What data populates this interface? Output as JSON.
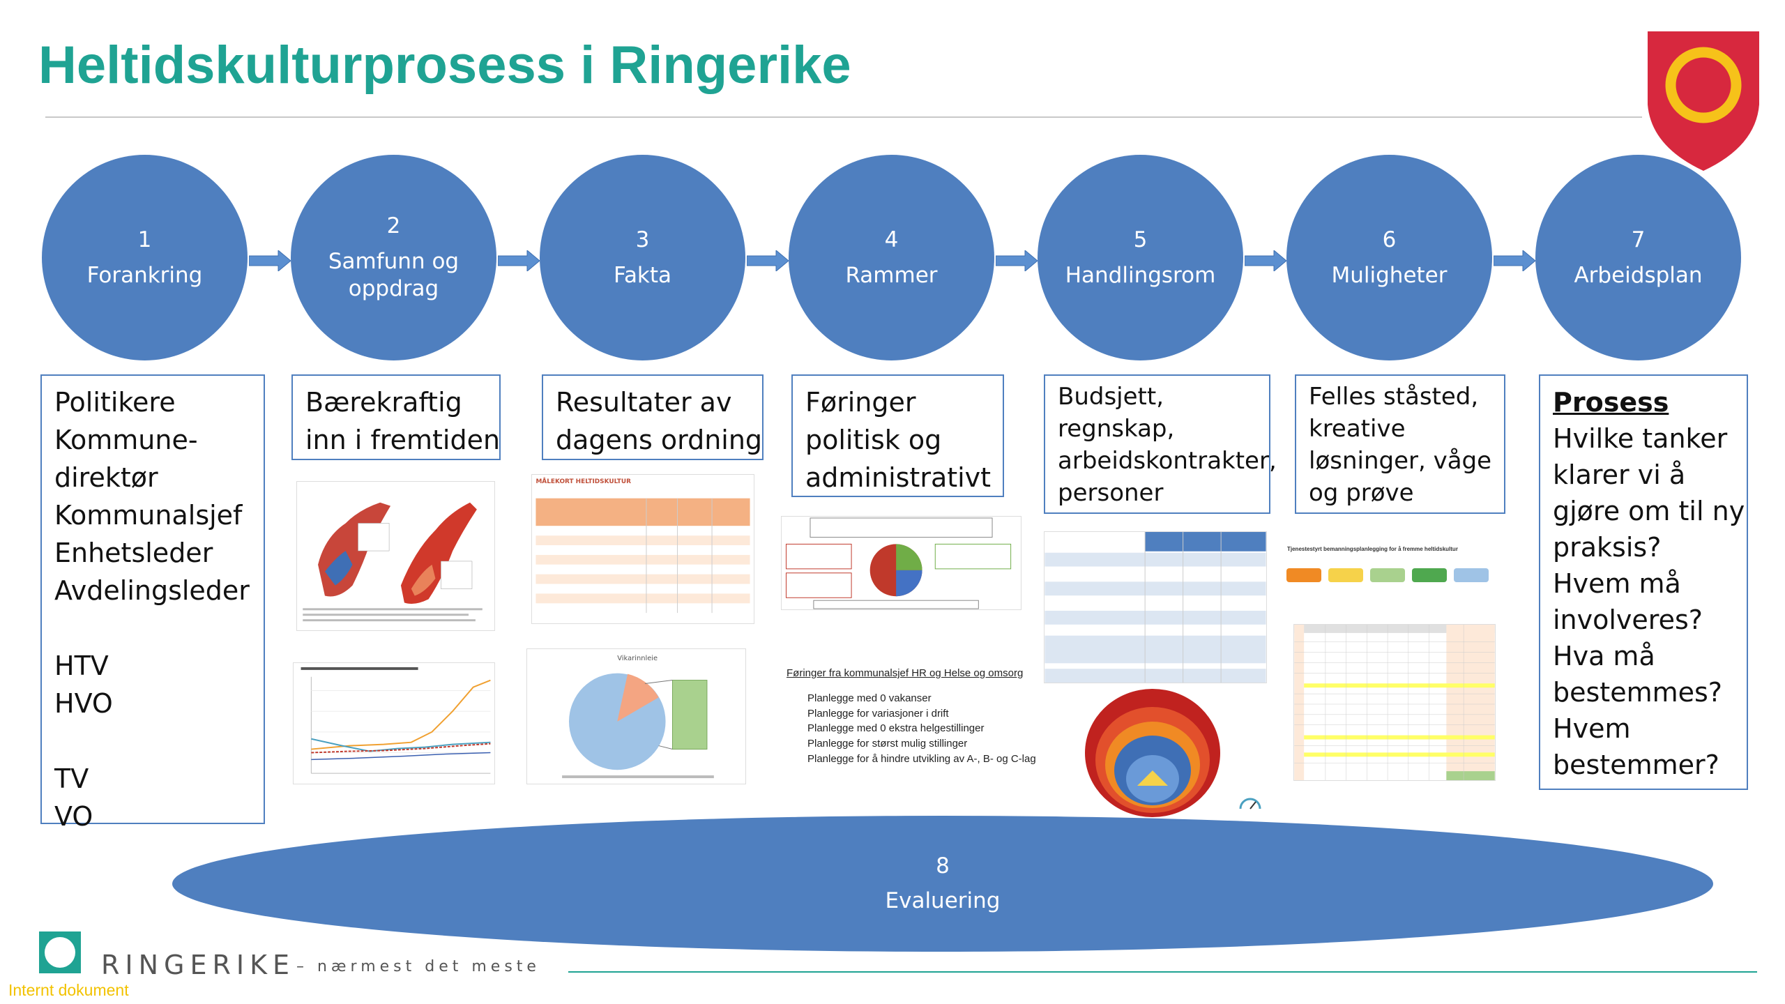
{
  "title": "Heltidskulturprosess i Ringerike",
  "steps": [
    {
      "num": "1",
      "label": "Forankring"
    },
    {
      "num": "2",
      "label": "Samfunn og oppdrag"
    },
    {
      "num": "3",
      "label": "Fakta"
    },
    {
      "num": "4",
      "label": "Rammer"
    },
    {
      "num": "5",
      "label": "Handlingsrom"
    },
    {
      "num": "6",
      "label": "Muligheter"
    },
    {
      "num": "7",
      "label": "Arbeidsplan"
    }
  ],
  "boxes": {
    "b1": [
      "Politikere",
      "Kommune-",
      "direktør",
      "Kommunalsjef",
      "Enhetsleder",
      "Avdelingsleder",
      "",
      "HTV",
      "HVO",
      "",
      "TV",
      "VO"
    ],
    "b2": [
      "Bærekraftig",
      "inn i fremtiden"
    ],
    "b3": [
      "Resultater av",
      "dagens ordning"
    ],
    "b4": [
      "Føringer",
      "politisk og",
      "administrativt"
    ],
    "b5": [
      "Budsjett,",
      "regnskap,",
      "arbeidskontrakter,",
      "personer"
    ],
    "b6": [
      "Felles ståsted,",
      "kreative",
      "løsninger, våge",
      "og prøve"
    ],
    "b7_heading": "Prosess",
    "b7": [
      "Hvilke tanker",
      "klarer vi å",
      "gjøre om til ny",
      "praksis?",
      "Hvem må",
      "involveres?",
      "Hva må",
      "bestemmes?",
      "Hvem",
      "bestemmer?"
    ]
  },
  "thumbs": {
    "malekort_title": "MÅLEKORT HELTIDSKULTUR",
    "vikar_title": "Vikarinnleie",
    "foringer_heading": "Føringer fra kommunalsjef HR og Helse og omsorg",
    "foringer_items": [
      "Planlegge med 0 vakanser",
      "Planlegge for variasjoner i drift",
      "Planlegge med 0 ekstra helgestillinger",
      "Planlegge for størst mulig stillinger",
      "Planlegge for å hindre utvikling av A-, B- og C-lag"
    ],
    "tjeneste_title": "Tjenestestyrt bemanningsplanlegging for å fremme heltidskultur"
  },
  "evaluation": {
    "num": "8",
    "label": "Evaluering"
  },
  "footer": {
    "brand": "RINGERIKE",
    "tagline": "– nærmest det meste",
    "internal": "Internt dokument"
  },
  "colors": {
    "accent": "#1fa393",
    "circle": "#4f7fbf",
    "crest_red": "#d7283e",
    "crest_ring": "#f6c21a",
    "internal": "#f2c200"
  }
}
